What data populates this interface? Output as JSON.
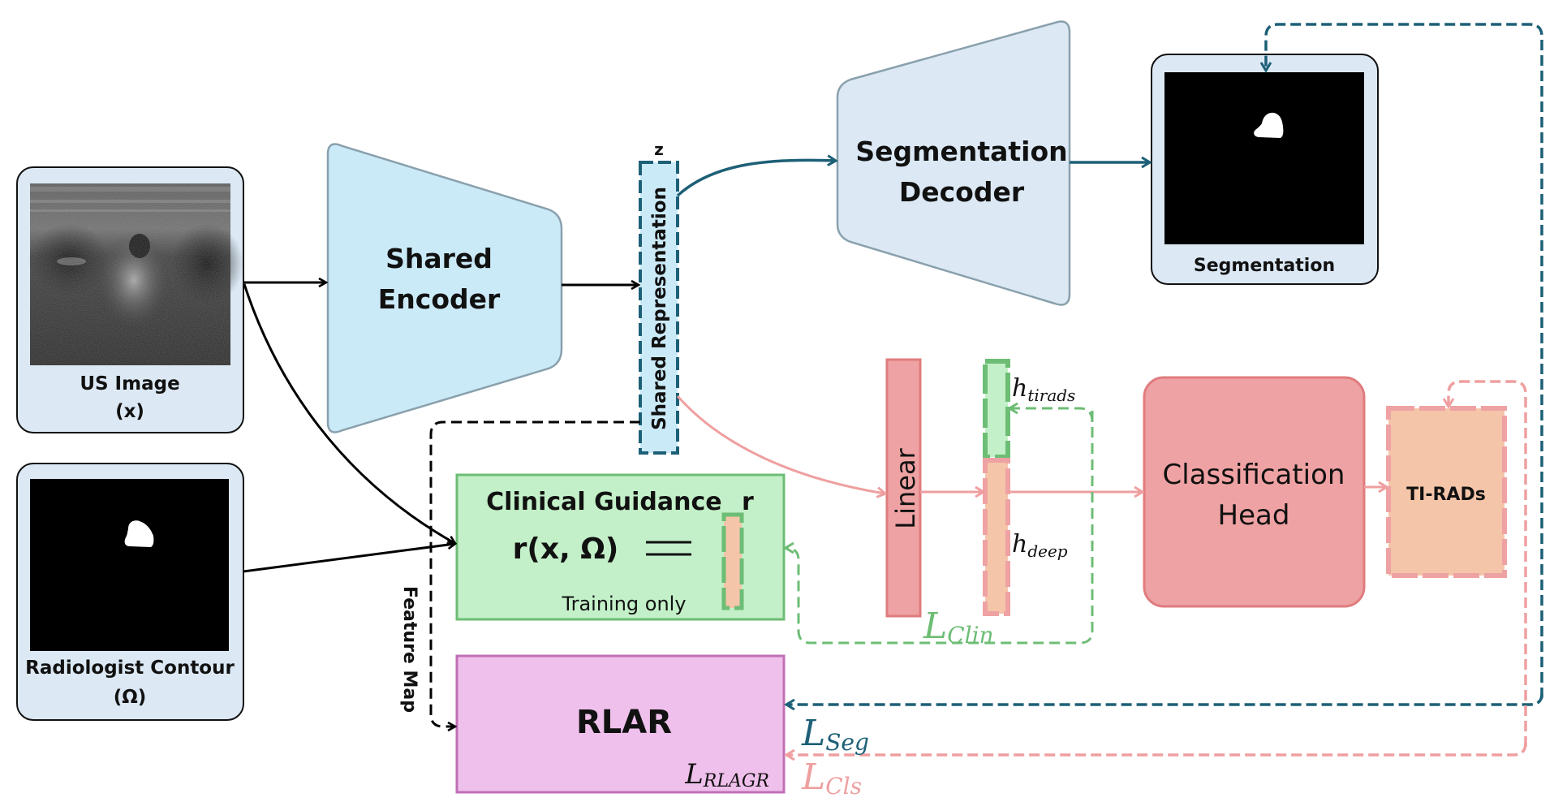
{
  "inputs": {
    "us_image": {
      "label": "US Image",
      "symbol": "(x)"
    },
    "contour": {
      "label": "Radiologist Contour",
      "symbol": "(Ω)"
    }
  },
  "encoder": {
    "line1": "Shared",
    "line2": "Encoder"
  },
  "representation": {
    "label": "Shared Representation",
    "symbol": "z"
  },
  "decoder": {
    "line1": "Segmentation",
    "line2": "Decoder"
  },
  "segmentation_output": {
    "label": "Segmentation"
  },
  "clinical": {
    "title": "Clinical Guidance",
    "title_suffix": "r",
    "formula": "r(x, Ω)",
    "equals": "=",
    "note": "Training only"
  },
  "rlar": {
    "label": "RLAR",
    "loss_main": "L",
    "loss_sub": "RLAGR"
  },
  "feature_map": {
    "label": "Feature Map"
  },
  "linear": {
    "label": "Linear"
  },
  "hidden": {
    "tirads_main": "h",
    "tirads_sub": "tirads",
    "deep_main": "h",
    "deep_sub": "deep"
  },
  "classification": {
    "line1": "Classification",
    "line2": "Head"
  },
  "tirads_output": {
    "label": "TI-RADs"
  },
  "losses": {
    "clin": {
      "main": "L",
      "sub": "Clin"
    },
    "seg": {
      "main": "L",
      "sub": "Seg"
    },
    "cls": {
      "main": "L",
      "sub": "Cls"
    }
  },
  "colors": {
    "input_fill": "#dce9f5",
    "encoder_fill": "#cbeaf8",
    "decoder_fill": "#dce9f5",
    "trapezoid_stroke": "#8aa0ad",
    "seg_teal": "#1d6077",
    "cls_pink": "#ef9fa0",
    "cls_stroke": "#e07c7e",
    "clin_green": "#6dbd75",
    "clin_fill": "#c3f0c8",
    "peach": "#f5c5a9",
    "rlar_fill": "#f0c0ec",
    "rlar_stroke": "#c06fb5"
  }
}
